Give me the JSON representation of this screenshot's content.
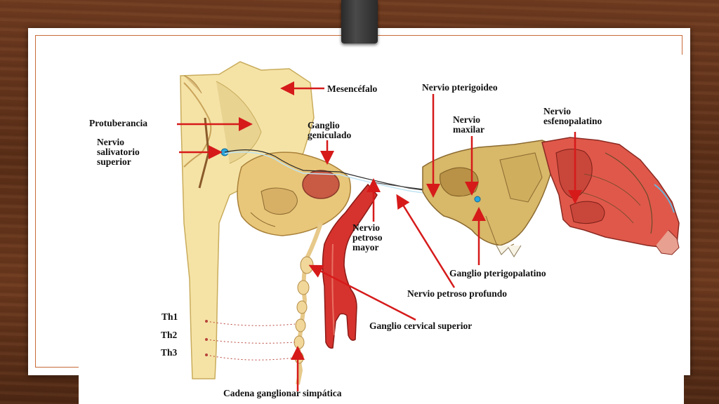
{
  "labels": {
    "mesencefalo": "Mesencéfalo",
    "nervio_pterigoideo": "Nervio pterigoideo",
    "nervio_maxilar": "Nervio\nmaxilar",
    "nervio_esfenopalatino": "Nervio\nesfenopalatino",
    "protuberancia": "Protuberancia",
    "ganglio_geniculado": "Ganglio\ngeniculado",
    "nervio_salivatorio": "Nervio\nsalivatorio\nsuperior",
    "nervio_petroso_mayor": "Nervio\npetroso\nmayor",
    "ganglio_pterigopalatino": "Ganglio pterigopalatino",
    "nervio_petroso_profundo": "Nervio petroso profundo",
    "ganglio_cervical_superior": "Ganglio cervical superior",
    "th1": "Th1",
    "th2": "Th2",
    "th3": "Th3",
    "cadena_ganglionar": "Cadena ganglionar simpática"
  },
  "colors": {
    "arrow": "#d61a1a",
    "brainstem": "#f5e3a6",
    "bone": "#e9c77a",
    "artery": "#d6332e",
    "mucosa": "#e0584a",
    "frame": "#c86a38"
  }
}
